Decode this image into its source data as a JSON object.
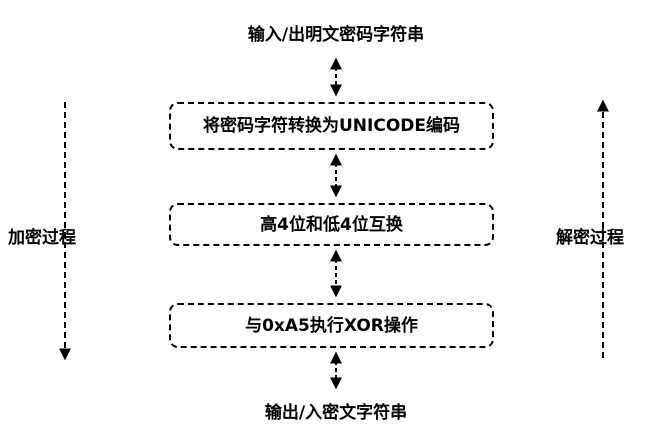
{
  "input_label": "输入/出明文密码字符串",
  "output_label": "输出/入密文字符串",
  "steps": [
    "将密码字符转换为UNICODE编码",
    "高4位和低4位互换",
    "与0xA5执行XOR操作"
  ],
  "encrypt_label": "加密过程",
  "decrypt_label": "解密过程",
  "encrypt_direction": "down",
  "decrypt_direction": "up"
}
